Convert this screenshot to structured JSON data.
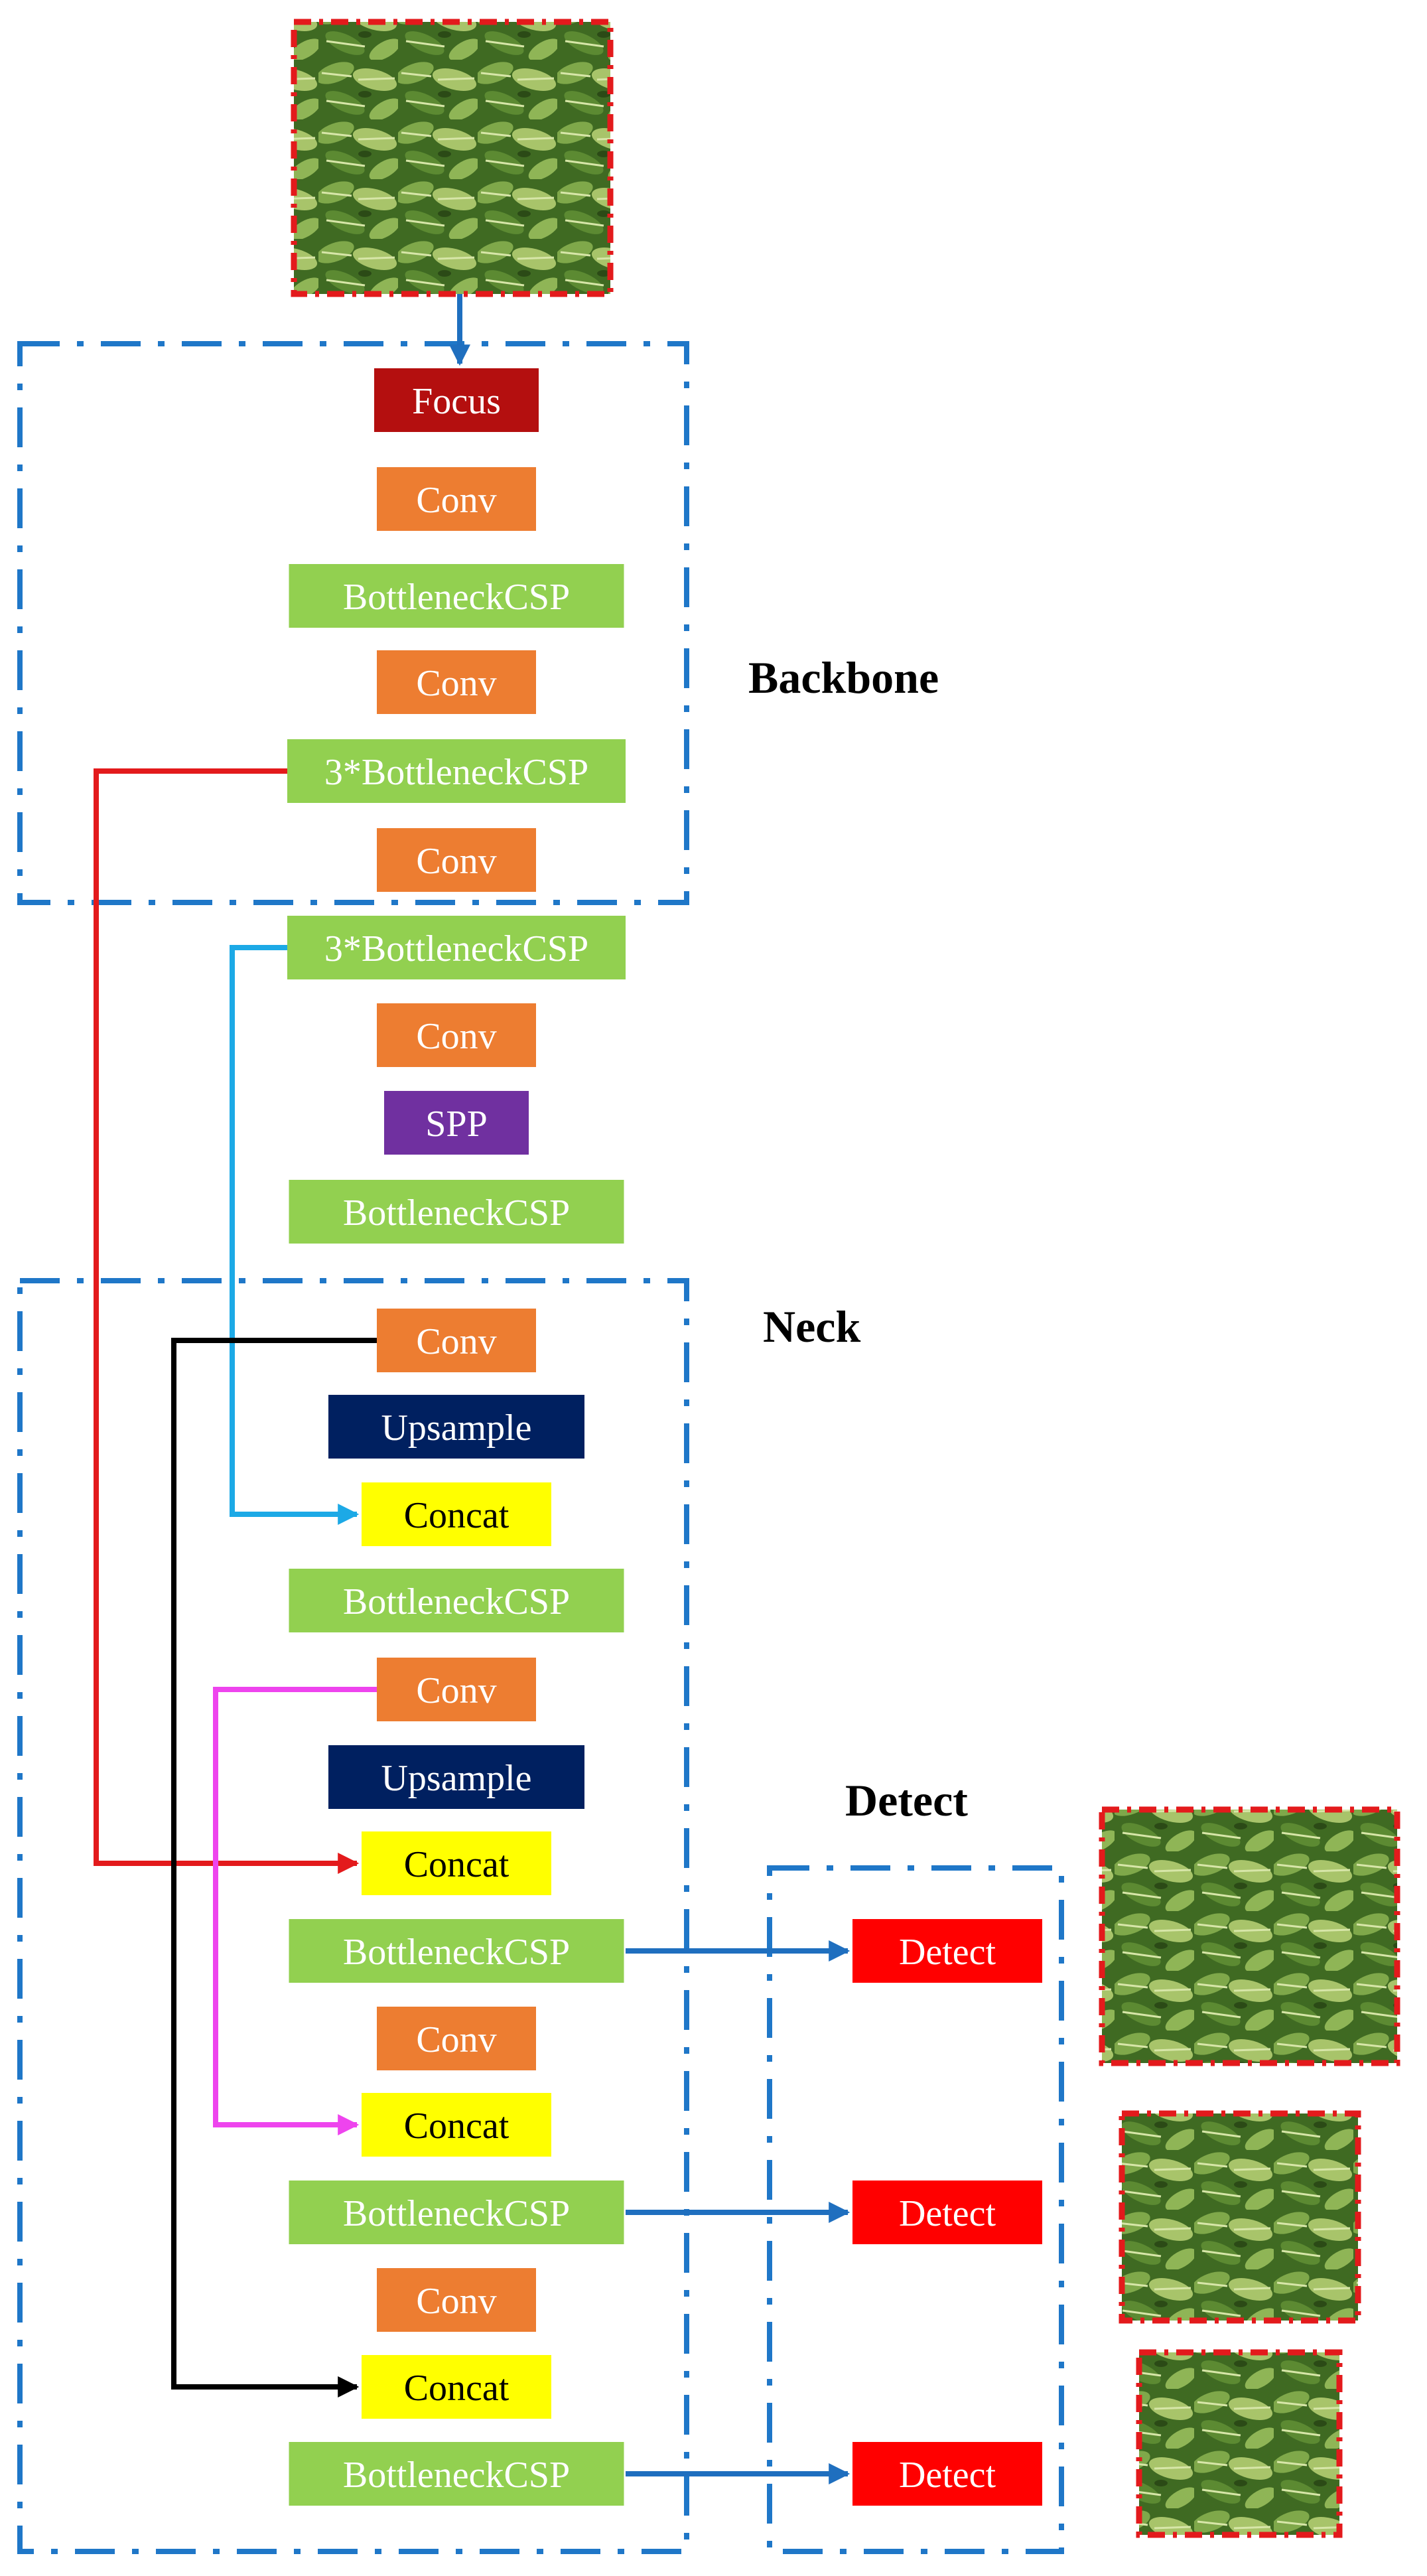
{
  "colors": {
    "focus": "#B40F0F",
    "conv": "#ED7D31",
    "bottleneck": "#92D050",
    "spp": "#7030A0",
    "upsample": "#002060",
    "concat": "#FFFF00",
    "detect": "#FF0000",
    "section_border": "#1F77C8",
    "arrow_blue": "#1F6FBF",
    "arrow_red": "#E31A1C",
    "arrow_cyan": "#1CA9E6",
    "arrow_magenta": "#EE44EE",
    "arrow_black": "#000000",
    "image_border": "#E31A1C"
  },
  "sections": {
    "backbone": {
      "label": "Backbone"
    },
    "neck": {
      "label": "Neck"
    },
    "detect": {
      "label": "Detect"
    }
  },
  "input_image": {
    "kind": "leaf-photo"
  },
  "output_images": [
    {
      "kind": "leaf-photo"
    },
    {
      "kind": "leaf-photo"
    },
    {
      "kind": "leaf-photo"
    }
  ],
  "backbone_nodes": [
    {
      "id": "focus",
      "label": "Focus",
      "type": "focus"
    },
    {
      "id": "conv1",
      "label": "Conv",
      "type": "conv"
    },
    {
      "id": "csp1",
      "label": "BottleneckCSP",
      "type": "bottleneck"
    },
    {
      "id": "conv2",
      "label": "Conv",
      "type": "conv"
    },
    {
      "id": "csp3a",
      "label": "3*BottleneckCSP",
      "type": "bottleneck"
    },
    {
      "id": "conv3",
      "label": "Conv",
      "type": "conv"
    },
    {
      "id": "csp3b",
      "label": "3*BottleneckCSP",
      "type": "bottleneck"
    },
    {
      "id": "conv4",
      "label": "Conv",
      "type": "conv"
    },
    {
      "id": "spp",
      "label": "SPP",
      "type": "spp"
    },
    {
      "id": "csp2",
      "label": "BottleneckCSP",
      "type": "bottleneck"
    }
  ],
  "neck_nodes": [
    {
      "id": "nconv1",
      "label": "Conv",
      "type": "conv"
    },
    {
      "id": "up1",
      "label": "Upsample",
      "type": "upsample"
    },
    {
      "id": "cat1",
      "label": "Concat",
      "type": "concat"
    },
    {
      "id": "ncsp1",
      "label": "BottleneckCSP",
      "type": "bottleneck"
    },
    {
      "id": "nconv2",
      "label": "Conv",
      "type": "conv"
    },
    {
      "id": "up2",
      "label": "Upsample",
      "type": "upsample"
    },
    {
      "id": "cat2",
      "label": "Concat",
      "type": "concat"
    },
    {
      "id": "ncsp2",
      "label": "BottleneckCSP",
      "type": "bottleneck"
    },
    {
      "id": "nconv3",
      "label": "Conv",
      "type": "conv"
    },
    {
      "id": "cat3",
      "label": "Concat",
      "type": "concat"
    },
    {
      "id": "ncsp3",
      "label": "BottleneckCSP",
      "type": "bottleneck"
    },
    {
      "id": "nconv4",
      "label": "Conv",
      "type": "conv"
    },
    {
      "id": "cat4",
      "label": "Concat",
      "type": "concat"
    },
    {
      "id": "ncsp4",
      "label": "BottleneckCSP",
      "type": "bottleneck"
    }
  ],
  "detect_nodes": [
    {
      "id": "det1",
      "label": "Detect",
      "type": "detect"
    },
    {
      "id": "det2",
      "label": "Detect",
      "type": "detect"
    },
    {
      "id": "det3",
      "label": "Detect",
      "type": "detect"
    }
  ]
}
